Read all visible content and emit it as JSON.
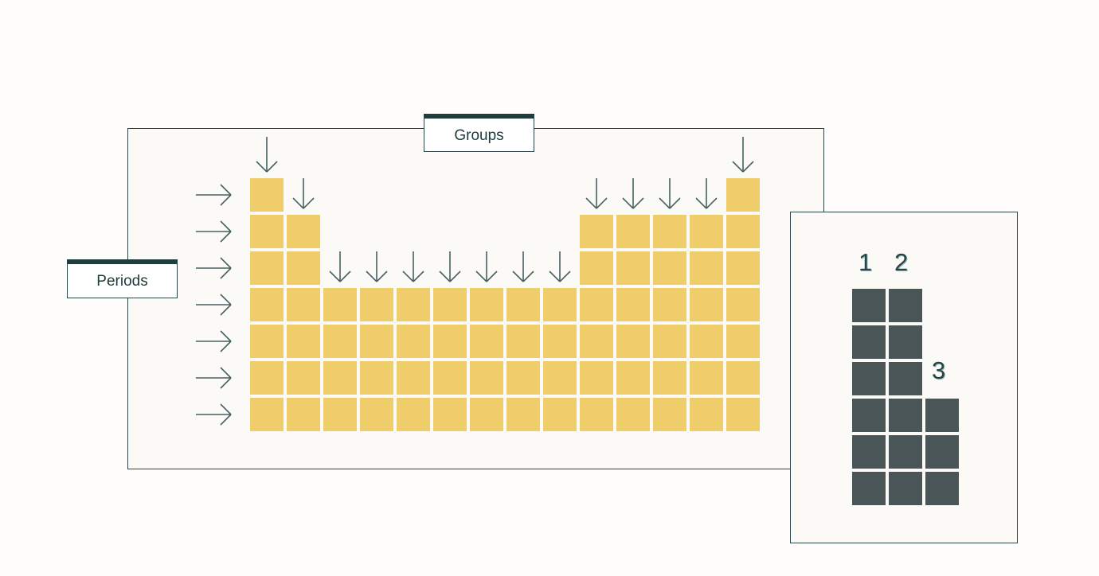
{
  "labels": {
    "groups": "Groups",
    "periods": "Periods"
  },
  "side_legend": {
    "labels": [
      "1",
      "2",
      "3"
    ]
  },
  "colors": {
    "element_cell": "#eecd6a",
    "block_cell": "#4a5557",
    "arrow": "#456161",
    "panel_border": "#2c4447",
    "tag_bar": "#1f3d3d"
  },
  "icons": {
    "group_arrow": "arrow-down-icon",
    "period_arrow": "arrow-right-icon"
  },
  "table": {
    "periods": 7,
    "groups": 14,
    "group_top_period": [
      1,
      2,
      4,
      4,
      4,
      4,
      4,
      4,
      4,
      2,
      2,
      2,
      2,
      1
    ]
  },
  "side_block": {
    "columns": 3,
    "column_top_row": [
      1,
      1,
      4
    ],
    "rows": 6
  }
}
